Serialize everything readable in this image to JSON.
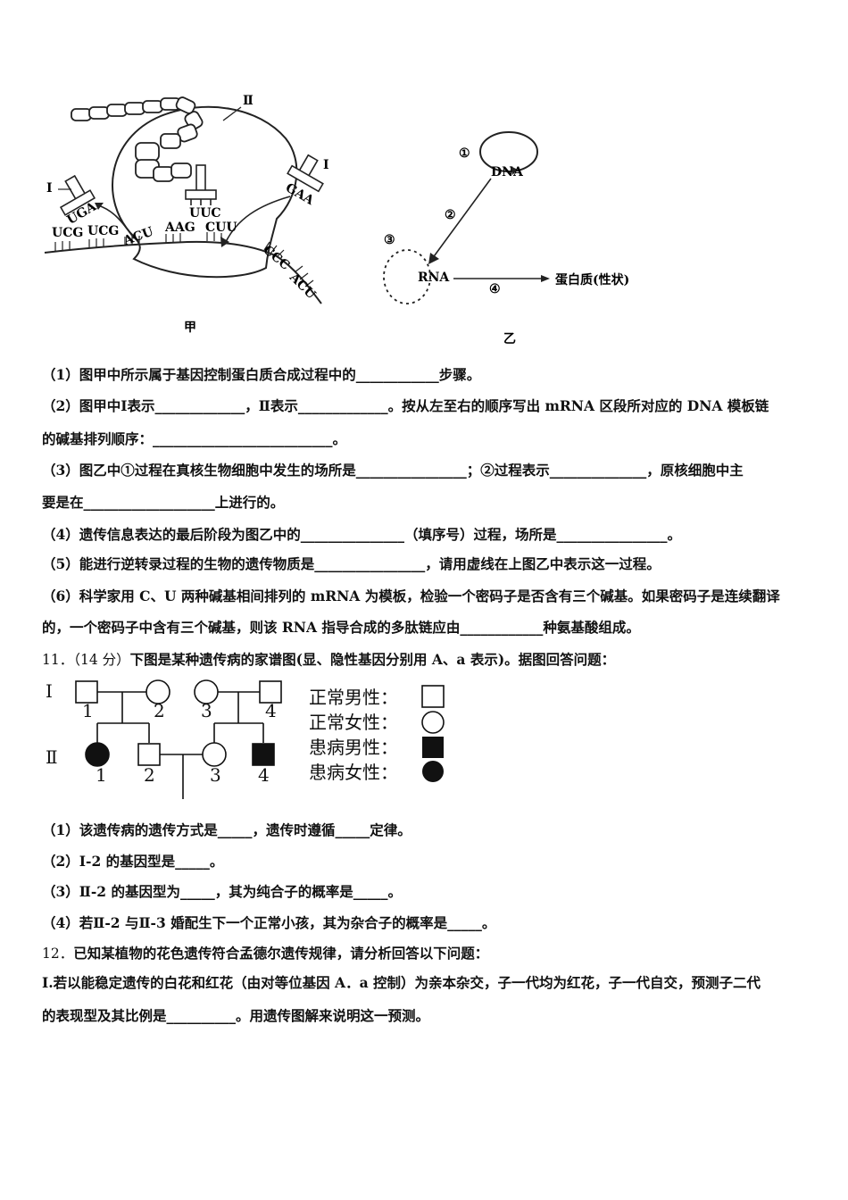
{
  "figure_jia": {
    "caption": "甲",
    "roman_2": "Ⅱ",
    "roman_1_left": "Ⅰ",
    "roman_1_right": "Ⅰ",
    "trna_left": "UGA",
    "trna_middle": "UUC",
    "trna_right": "GAA",
    "codons": [
      "UCG",
      "UCG",
      "ACU",
      "AAG",
      "CUU",
      "CCC",
      "ACU"
    ]
  },
  "figure_yi": {
    "caption": "乙",
    "dna": "DNA",
    "rna": "RNA",
    "protein": "蛋白质(性状)",
    "steps": [
      "①",
      "②",
      "③",
      "④"
    ]
  },
  "q10": [
    "（1）图甲中所示属于基因控制蛋白质合成过程中的____________步骤。",
    "（2）图甲中Ⅰ表示_____________，Ⅱ表示_____________。按从左至右的顺序写出 mRNA 区段所对应的 DNA 模板链",
    "的碱基排列顺序：__________________________。",
    "（3）图乙中①过程在真核生物细胞中发生的场所是________________；②过程表示______________，原核细胞中主",
    "要是在___________________上进行的。",
    "（4）遗传信息表达的最后阶段为图乙中的_______________（填序号）过程，场所是________________。",
    "（5）能进行逆转录过程的生物的遗传物质是________________，请用虚线在上图乙中表示这一过程。",
    "（6）科学家用 C、U 两种碱基相间排列的 mRNA 为模板，检验一个密码子是否含有三个碱基。如果密码子是连续翻译",
    "的，一个密码子中含有三个碱基，则该 RNA 指导合成的多肽链应由____________种氨基酸组成。"
  ],
  "q11": {
    "number": "11．（14 分）",
    "stem": "下图是某种遗传病的家谱图(显、隐性基因分别用 A、a 表示)。据图回答问题：",
    "pedigree": {
      "gen1": "Ⅰ",
      "gen2": "Ⅱ",
      "gen1_labels": [
        "1",
        "2",
        "3",
        "4"
      ],
      "gen2_labels": [
        "1",
        "2",
        "3",
        "4"
      ]
    },
    "legend": [
      "正常男性：",
      "正常女性：",
      "患病男性：",
      "患病女性："
    ],
    "sub": [
      "（1）该遗传病的遗传方式是_____，遗传时遵循_____定律。",
      "（2）Ⅰ-2 的基因型是_____。",
      "（3）Ⅱ-2 的基因型为_____，其为纯合子的概率是_____。",
      "（4）若Ⅱ-2 与Ⅱ-3 婚配生下一个正常小孩，其为杂合子的概率是_____。"
    ]
  },
  "q12": {
    "number": "12．",
    "stem": "已知某植物的花色遗传符合孟德尔遗传规律，请分析回答以下问题：",
    "lines": [
      "I.若以能稳定遗传的白花和红花（由对等位基因 A．a 控制）为亲本杂交，子一代均为红花，子一代自交，预测子二代",
      "的表现型及其比例是__________。用遗传图解来说明这一预测。"
    ]
  }
}
